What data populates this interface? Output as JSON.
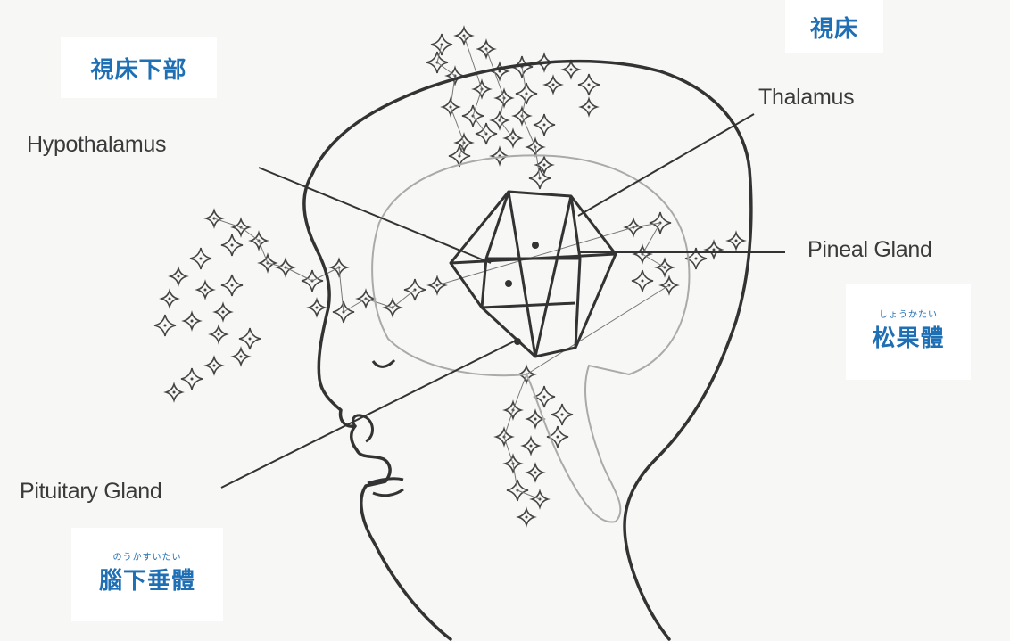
{
  "labels_en": {
    "thalamus": "Thalamus",
    "hypothalamus": "Hypothalamus",
    "pineal": "Pineal Gland",
    "pituitary": "Pituitary Gland"
  },
  "labels_jp": {
    "thalamus": "視床",
    "hypothalamus": "視床下部",
    "pineal": "松果體",
    "pineal_ruby": "しょうかたい",
    "pituitary": "腦下垂體",
    "pituitary_ruby": "のうかすいたい"
  },
  "colors": {
    "line": "#333333",
    "jp_text": "#1f6fb5",
    "background": "#f7f7f5"
  }
}
